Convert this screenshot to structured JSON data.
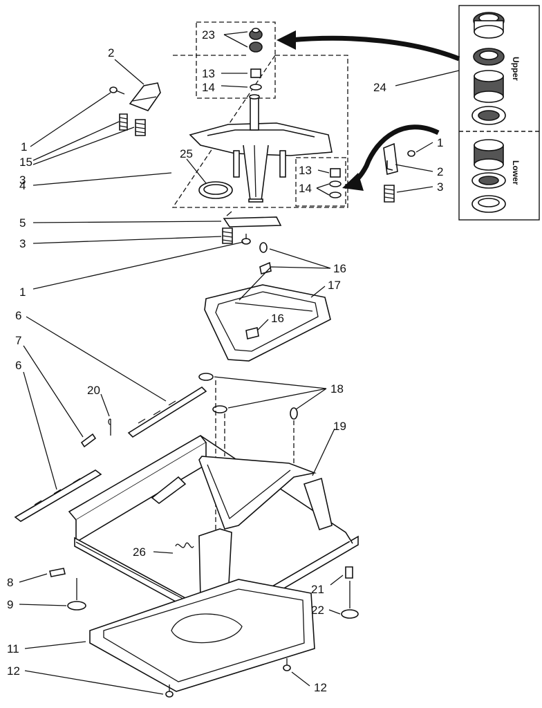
{
  "labels": {
    "l1a": "1",
    "l2a": "2",
    "l15": "15",
    "l3a": "3",
    "l4": "4",
    "l25": "25",
    "l5": "5",
    "l3b": "3",
    "l1b": "1",
    "l23": "23",
    "l13a": "13",
    "l14a": "14",
    "l24": "24",
    "l1c": "1",
    "l2b": "2",
    "l3c": "3",
    "l13b": "13",
    "l14b": "14",
    "l16a": "16",
    "l17": "17",
    "l16b": "16",
    "l6a": "6",
    "l7": "7",
    "l20": "20",
    "l6b": "6",
    "l18": "18",
    "l19": "19",
    "l26": "26",
    "l8": "8",
    "l9": "9",
    "l21": "21",
    "l22": "22",
    "l11": "11",
    "l12a": "12",
    "l12b": "12"
  },
  "kit": {
    "upper": "Upper",
    "lower": "Lower"
  }
}
